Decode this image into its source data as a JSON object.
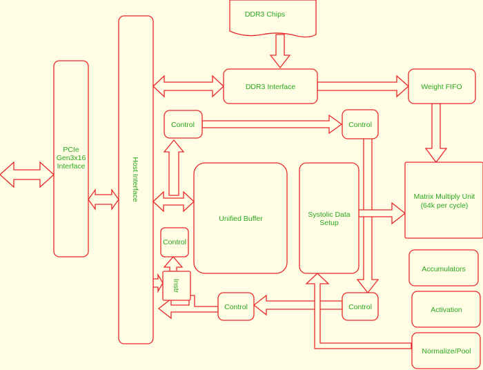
{
  "blocks": {
    "ddr3_chips": "DDR3 Chips",
    "ddr3_interface": "DDR3 Interface",
    "weight_fifo": "Weight FIFO",
    "pcie_line1": "PCIe",
    "pcie_line2": "Gen3x16",
    "pcie_line3": "Interface",
    "host_interface": "Host Interface",
    "control_top_left": "Control",
    "control_top_right": "Control",
    "control_mid_left": "Control",
    "control_bottom_mid": "Control",
    "control_bottom_right": "Control",
    "instr": "Instr",
    "unified_buffer": "Unified Buffer",
    "systolic_line1": "Systolic Data",
    "systolic_line2": "Setup",
    "mmu_line1": "Matrix Multiply Unit",
    "mmu_line2": "(64k per cycle)",
    "accumulators": "Accumulators",
    "activation": "Activation",
    "normalize_pool": "Normalize/Pool"
  },
  "colors": {
    "background": "#fffde4",
    "stroke": "#e8272a",
    "text": "#2aa620"
  }
}
